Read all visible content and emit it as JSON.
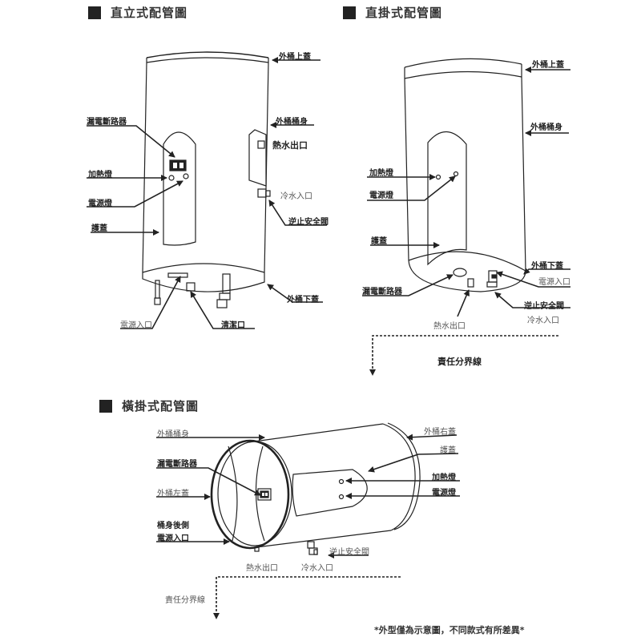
{
  "sections": {
    "vertical": {
      "title": "直立式配管圖",
      "labels": {
        "top_cover": "外桶上蓋",
        "body": "外桶桶身",
        "hot_out": "熱水出口",
        "cold_in": "冷水入口",
        "check_valve": "逆止安全閥",
        "bottom_cover": "外桶下蓋",
        "breaker": "漏電斷路器",
        "heat_lamp": "加熱燈",
        "power_lamp": "電源燈",
        "guard_cover": "護蓋",
        "power_in": "電源入口",
        "clean_port": "清潔口"
      }
    },
    "wall_vertical": {
      "title": "直掛式配管圖",
      "labels": {
        "top_cover": "外桶上蓋",
        "body": "外桶桶身",
        "heat_lamp": "加熱燈",
        "power_lamp": "電源燈",
        "guard_cover": "護蓋",
        "bottom_cover": "外桶下蓋",
        "power_in": "電源入口",
        "breaker": "漏電斷路器",
        "check_valve": "逆止安全閥",
        "cold_in": "冷水入口",
        "hot_out": "熱水出口",
        "boundary": "責任分界線"
      }
    },
    "horizontal": {
      "title": "橫掛式配管圖",
      "labels": {
        "body": "外桶桶身",
        "breaker": "漏電斷路器",
        "left_cover": "外桶左蓋",
        "rear_side": "桶身後側",
        "power_in": "電源入口",
        "right_cover": "外桶右蓋",
        "guard_cover": "護蓋",
        "heat_lamp": "加熱燈",
        "power_lamp": "電源燈",
        "check_valve": "逆止安全閥",
        "hot_out": "熱水出口",
        "cold_in": "冷水入口",
        "boundary": "責任分界線"
      }
    }
  },
  "footnote": "*外型僅為示意圖，不同款式有所差異*"
}
